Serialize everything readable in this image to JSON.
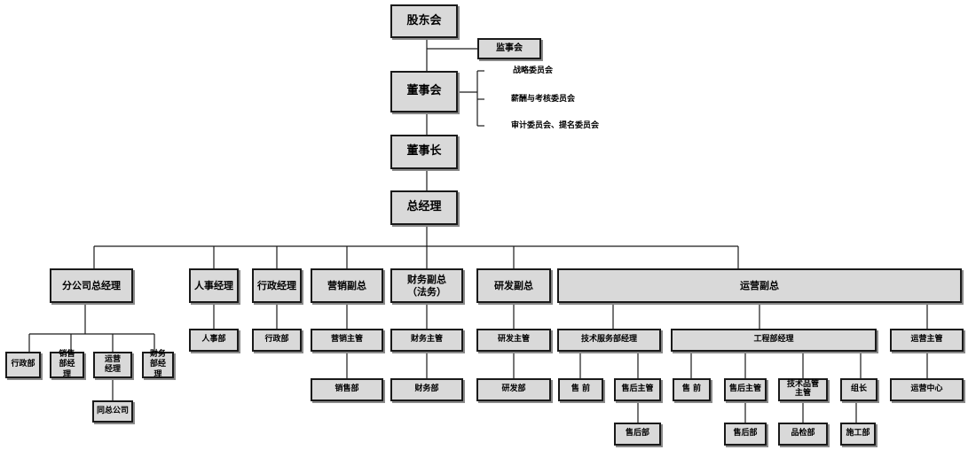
{
  "title": "",
  "colors": {
    "box_fill": "#d9d9d9",
    "box_border": "#1a1a1a",
    "line": "#1a1a1a"
  },
  "org": {
    "shareholders": "股东会",
    "supervisors": "监事会",
    "board": "董事会",
    "committees": [
      "战略委员会",
      "薪酬与考核委员会",
      "审计委员会、提名委员会"
    ],
    "chairman": "董事长",
    "general_manager": "总经理",
    "branch": {
      "head": "分公司总经理",
      "admin": "行政部",
      "sales_manager": "销售部经理",
      "operations_manager": "运营经理",
      "finance_manager": "财务部经理",
      "peer_company": "同总公司"
    },
    "hr": {
      "head": "人事经理",
      "dept": "人事部"
    },
    "admin": {
      "head": "行政经理",
      "dept": "行政部"
    },
    "marketing": {
      "head": "营销副总",
      "supervisor": "营销主管",
      "dept": "销售部"
    },
    "finance": {
      "head_line1": "财务副总",
      "head_line2": "（法务）",
      "supervisor": "财务主管",
      "dept": "财务部"
    },
    "rnd": {
      "head": "研发副总",
      "supervisor": "研发主管",
      "dept": "研发部"
    },
    "operations": {
      "head": "运营副总",
      "tech_service": {
        "head": "技术服务部经理",
        "presales": "售 前",
        "aftersales_supervisor": "售后主管",
        "aftersales_dept": "售后部"
      },
      "engineering": {
        "head": "工程部经理",
        "presales": "售 前",
        "aftersales_supervisor": "售后主管",
        "aftersales_dept": "售后部",
        "qc_supervisor_line1": "技术品管",
        "qc_supervisor_line2": "主管",
        "qc_dept": "品检部",
        "team_leader": "组长",
        "construction_dept": "施工部"
      },
      "ops_supervisor": "运营主管",
      "ops_center": "运营中心"
    }
  }
}
